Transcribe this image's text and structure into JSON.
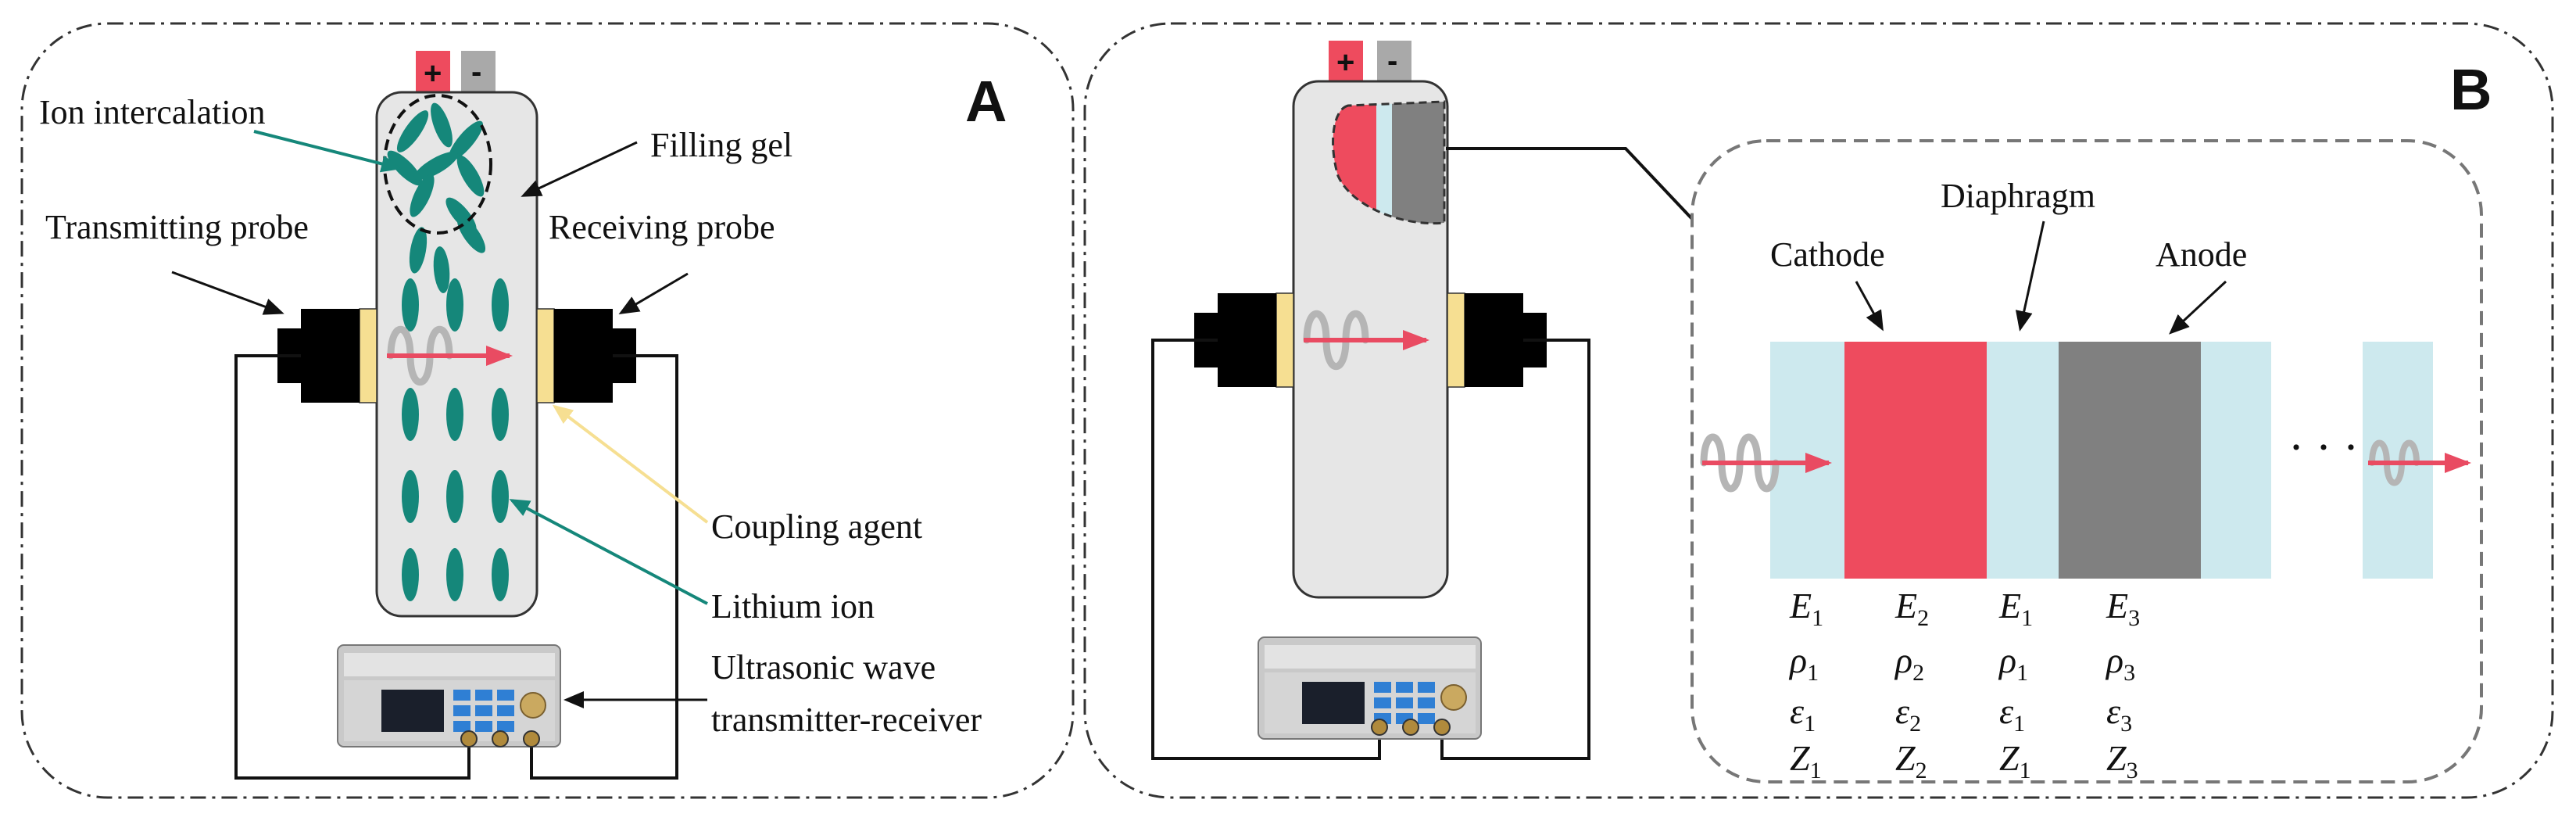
{
  "panel_a": {
    "letter": "A",
    "labels": {
      "ion_intercalation": "Ion intercalation",
      "filling_gel": "Filling gel",
      "transmitting_probe": "Transmitting probe",
      "receiving_probe": "Receiving probe",
      "coupling_agent": "Coupling agent",
      "lithium_ion": "Lithium ion",
      "device_line1": "Ultrasonic wave",
      "device_line2": "transmitter-receiver"
    },
    "terminals": {
      "positive": "+",
      "negative": "-"
    }
  },
  "panel_b": {
    "letter": "B",
    "labels": {
      "cathode": "Cathode",
      "diaphragm": "Diaphragm",
      "anode": "Anode",
      "ellipsis": "· · ·"
    },
    "terminals": {
      "positive": "+",
      "negative": "-"
    },
    "layer_params": [
      {
        "E": "E",
        "E_sub": "1",
        "rho": "ρ",
        "rho_sub": "1",
        "eps": "ε",
        "eps_sub": "1",
        "Z": "Z",
        "Z_sub": "1"
      },
      {
        "E": "E",
        "E_sub": "2",
        "rho": "ρ",
        "rho_sub": "2",
        "eps": "ε",
        "eps_sub": "2",
        "Z": "Z",
        "Z_sub": "2"
      },
      {
        "E": "E",
        "E_sub": "1",
        "rho": "ρ",
        "rho_sub": "1",
        "eps": "ε",
        "eps_sub": "1",
        "Z": "Z",
        "Z_sub": "1"
      },
      {
        "E": "E",
        "E_sub": "3",
        "rho": "ρ",
        "rho_sub": "3",
        "eps": "ε",
        "eps_sub": "3",
        "Z": "Z",
        "Z_sub": "3"
      }
    ]
  },
  "colors": {
    "cathode": "#ee4b5e",
    "anode": "#808080",
    "separator": "#cde9ee",
    "lithium_ion": "#15877a",
    "battery_body": "#e6e6e6",
    "coupling_agent": "#f6df92",
    "wave": "#b5b5b5",
    "arrow": "#e94b62",
    "terminal_negative": "#a9a9a9"
  }
}
